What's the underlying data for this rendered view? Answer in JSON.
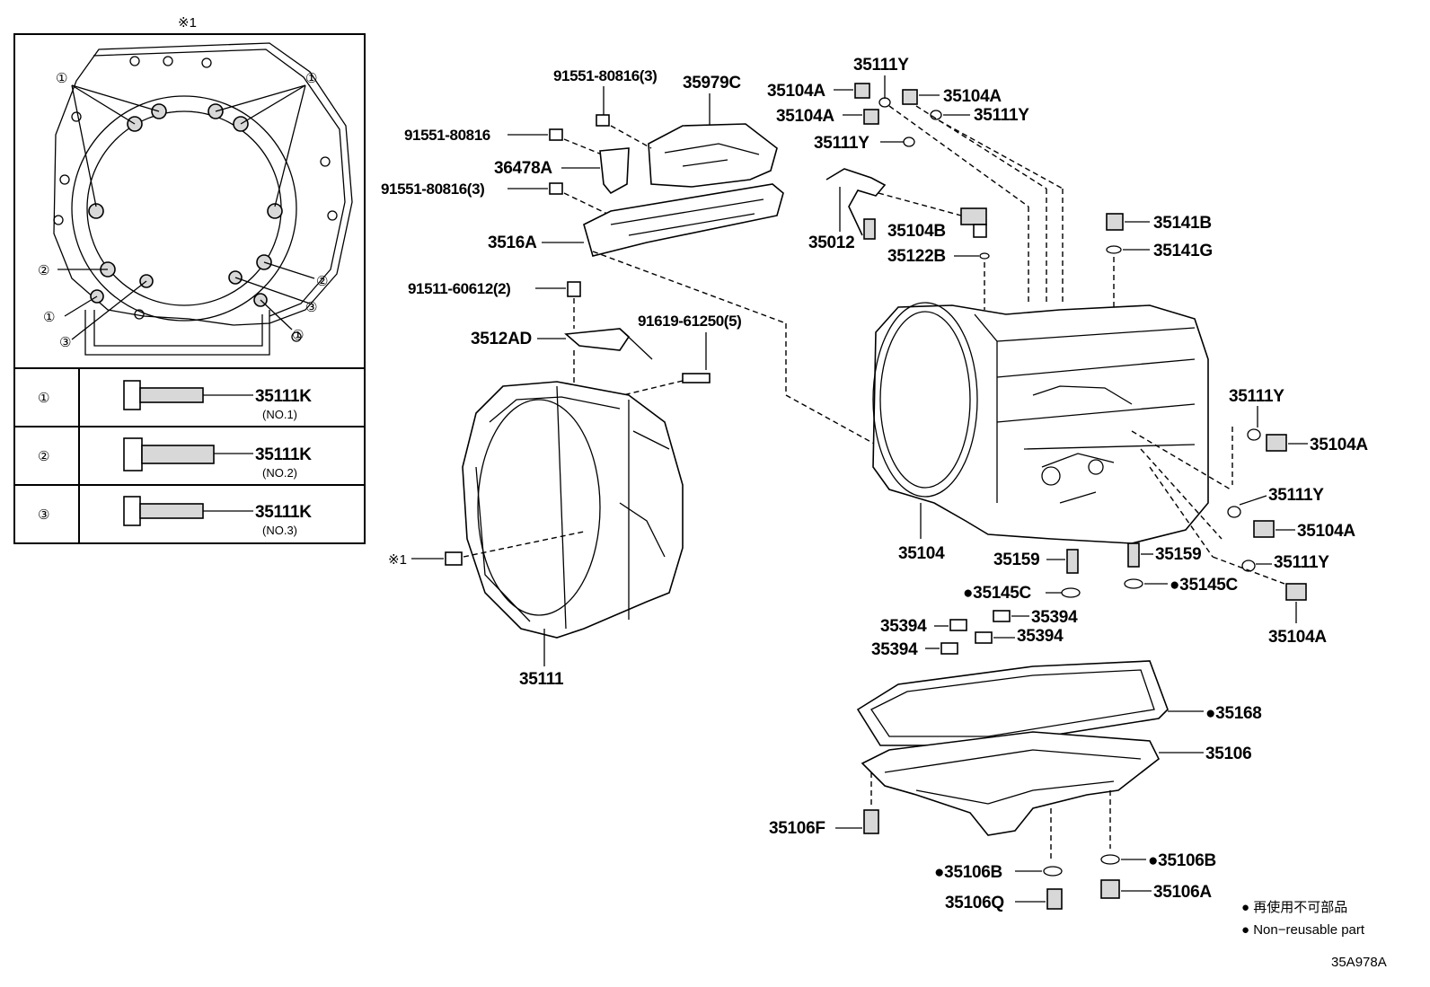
{
  "note_mark": "※1",
  "inset": {
    "callout_1": "①",
    "callout_2": "②",
    "callout_3": "③",
    "rows": [
      {
        "callout": "①",
        "part": "35111K",
        "sub": "(NO.1)"
      },
      {
        "callout": "②",
        "part": "35111K",
        "sub": "(NO.2)"
      },
      {
        "callout": "③",
        "part": "35111K",
        "sub": "(NO.3)"
      }
    ]
  },
  "labels": {
    "l_91551_3a": "91551-80816(3)",
    "l_35979C": "35979C",
    "l_91551": "91551-80816",
    "l_36478A": "36478A",
    "l_91551_3b": "91551-80816(3)",
    "l_3516A": "3516A",
    "l_91511": "91511-60612(2)",
    "l_3512AD": "3512AD",
    "l_91619": "91619-61250(5)",
    "l_35111": "35111",
    "l_note1": "※1",
    "l_35111Y_top": "35111Y",
    "l_35104A_tl": "35104A",
    "l_35104A_tr": "35104A",
    "l_35104A_ml": "35104A",
    "l_35111Y_mr": "35111Y",
    "l_35111Y_ml": "35111Y",
    "l_35012": "35012",
    "l_35104B": "35104B",
    "l_35122B": "35122B",
    "l_35141B": "35141B",
    "l_35141G": "35141G",
    "l_35111Y_r1": "35111Y",
    "l_35104A_r1": "35104A",
    "l_35111Y_r2": "35111Y",
    "l_35104A_r2": "35104A",
    "l_35111Y_r3": "35111Y",
    "l_35104A_r3": "35104A",
    "l_35104": "35104",
    "l_35159_l": "35159",
    "l_35159_r": "35159",
    "l_35145C_l": "●35145C",
    "l_35145C_r": "●35145C",
    "l_35394_a": "35394",
    "l_35394_b": "35394",
    "l_35394_c": "35394",
    "l_35394_d": "35394",
    "l_35168": "●35168",
    "l_35106": "35106",
    "l_35106F": "35106F",
    "l_35106B_l": "●35106B",
    "l_35106B_r": "●35106B",
    "l_35106Q": "35106Q",
    "l_35106A": "35106A"
  },
  "legend": {
    "jp": "● 再使用不可部品",
    "en": "● Non−reusable part"
  },
  "figure_code": "35A978A"
}
